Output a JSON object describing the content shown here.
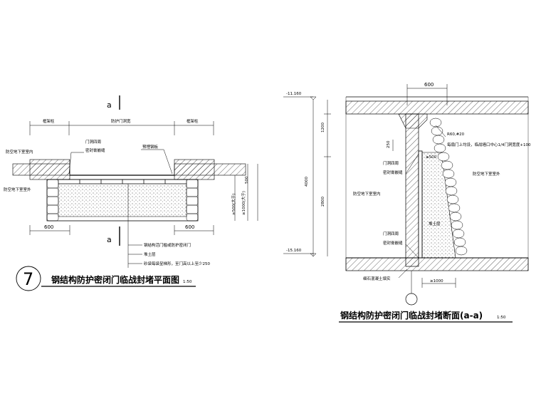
{
  "plan": {
    "section_mark_top": "a",
    "section_mark_bottom": "a",
    "top_dims": [
      "框架柱",
      "防护门洞宽",
      "框架柱"
    ],
    "room_left": "防空地下室室内",
    "room_bottom_left": "防空地下室室外",
    "label_door_edge": "门洞四周",
    "label_seal": "密封膏嵌缝",
    "label_steel": "预埋钢板",
    "dim_left": "600",
    "dim_right": "600",
    "dim_vert_a": "500",
    "dim_vert_b": "≥500(大于)",
    "dim_vert_c": "≥1000(大于)",
    "legend": [
      "钢结构活门槛或防护密闭门",
      "堆土层",
      "砂袋每袋呈梯形，至门高以上至少250"
    ],
    "number": "7",
    "title": "钢结构防护密闭门临战封堵平面图",
    "scale": "1:50"
  },
  "section": {
    "elev_top": "-11.160",
    "elev_bottom": "-15.160",
    "dim_top": "600",
    "dim_1200": "1200",
    "dim_4000": "4000",
    "dim_2800": "2800",
    "dim_250": "250",
    "dim_500": "≥500",
    "dim_bottom": "≥1000",
    "label_r": "R60,#20",
    "label_note": "每扇门上均设，临战墙口中心1/4门洞宽度+100",
    "label_door_edge1": "门洞四周",
    "label_seal1": "密封膏嵌缝",
    "label_door_edge2": "门洞四周",
    "label_seal2": "密封膏嵌缝",
    "label_outdoor": "防空地下室室外",
    "label_indoor": "防空地下室室内",
    "label_soil": "堆土层",
    "label_footer": "细石混凝土填实",
    "title": "钢结构防护密闭门临战封堵断面(a-a)",
    "scale": "1:50"
  }
}
